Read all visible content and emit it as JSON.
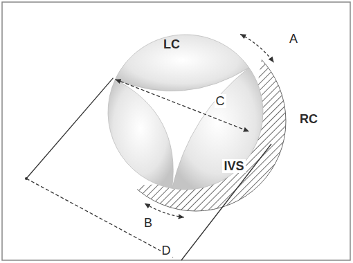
{
  "diagram": {
    "labels": [
      "LC",
      "A",
      "C",
      "RC",
      "IVS",
      "B",
      "D"
    ]
  }
}
